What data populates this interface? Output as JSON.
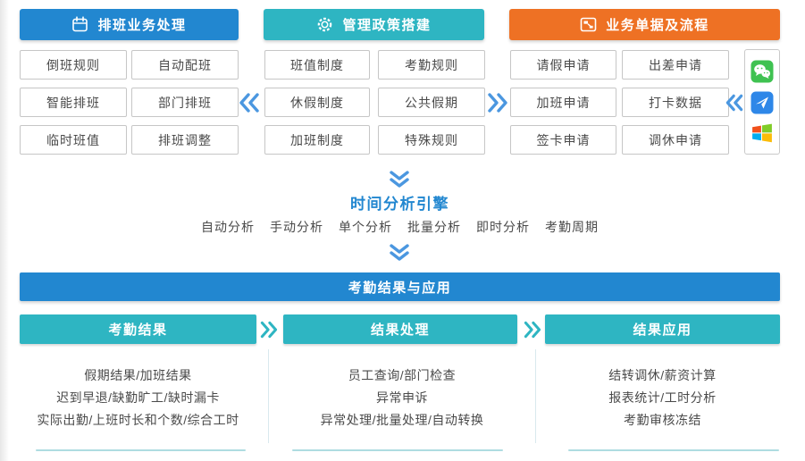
{
  "top_panels": [
    {
      "title": "排班业务处理",
      "icon": "calendar-icon",
      "color": "#2287d0",
      "items": [
        "倒班规则",
        "自动配班",
        "智能排班",
        "部门排班",
        "临时班值",
        "排班调整"
      ]
    },
    {
      "title": "管理政策搭建",
      "icon": "gear-icon",
      "color": "#2eb5c2",
      "items": [
        "班值制度",
        "考勤规则",
        "休假制度",
        "公共假期",
        "加班制度",
        "特殊规则"
      ]
    },
    {
      "title": "业务单据及流程",
      "icon": "flow-window-icon",
      "color": "#ee7124",
      "items": [
        "请假申请",
        "出差申请",
        "加班申请",
        "打卡数据",
        "签卡申请",
        "调休申请"
      ]
    }
  ],
  "channel_icons": [
    "wechat-icon",
    "paper-plane-app-icon",
    "windows-icon"
  ],
  "engine": {
    "title": "时间分析引擎",
    "items": [
      "自动分析",
      "手动分析",
      "单个分析",
      "批量分析",
      "即时分析",
      "考勤周期"
    ]
  },
  "results": {
    "banner": "考勤结果与应用",
    "columns": [
      {
        "title": "考勤结果",
        "items": [
          "假期结果/加班结果",
          "迟到早退/缺勤旷工/缺时漏卡",
          "实际出勤/上班时长和个数/综合工时"
        ]
      },
      {
        "title": "结果处理",
        "items": [
          "员工查询/部门检查",
          "异常申诉",
          "异常处理/批量处理/自动转换"
        ]
      },
      {
        "title": "结果应用",
        "items": [
          "结转调休/薪资计算",
          "报表统计/工时分析",
          "考勤审核冻结"
        ]
      }
    ]
  },
  "colors": {
    "blue": "#2287d0",
    "teal": "#2eb5c2",
    "orange": "#ee7124",
    "chevron_blue": "#4b97e0",
    "chevron_teal": "#2eb5c2",
    "box_border": "#c6c6c6",
    "text_gray": "#4a4a4a",
    "wechat_green": "#3fc251",
    "app_blue": "#2e87e8",
    "win_red": "#f1511b",
    "win_green": "#80cc28",
    "win_blue": "#00adef",
    "win_yellow": "#fbbc09"
  }
}
